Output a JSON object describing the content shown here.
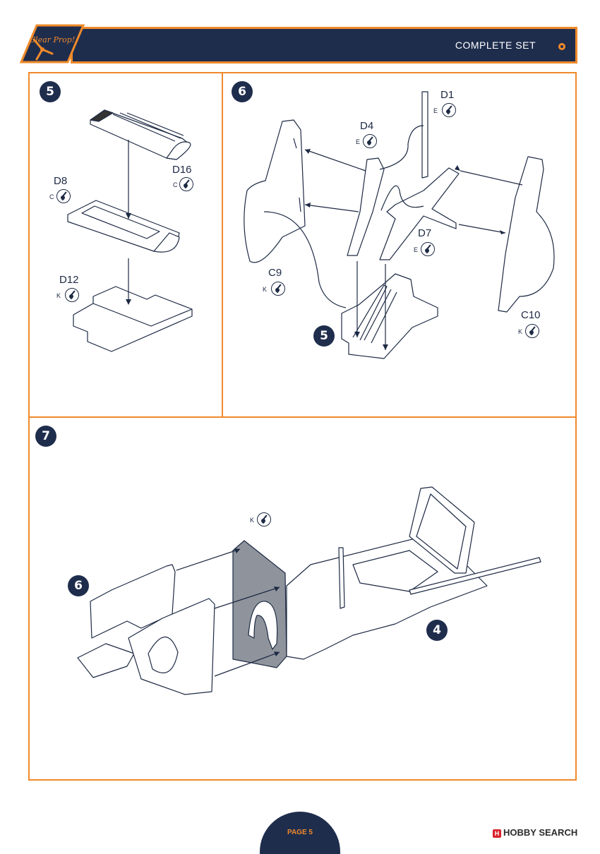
{
  "header": {
    "title": "COMPLETE SET",
    "logo_text": "Clear Prop!"
  },
  "steps": {
    "step5": {
      "number": "5",
      "parts": [
        {
          "id": "D16",
          "paint": "C"
        },
        {
          "id": "D8",
          "paint": "C"
        },
        {
          "id": "D12",
          "paint": "K"
        }
      ]
    },
    "step6": {
      "number": "6",
      "sub_ref": "5",
      "parts": [
        {
          "id": "D1",
          "paint": "E"
        },
        {
          "id": "D4",
          "paint": "E"
        },
        {
          "id": "D7",
          "paint": "E"
        },
        {
          "id": "C9",
          "paint": "K"
        },
        {
          "id": "C10",
          "paint": "K"
        }
      ]
    },
    "step7": {
      "number": "7",
      "sub_ref_a": "6",
      "sub_ref_b": "4",
      "paint": "K"
    }
  },
  "footer": {
    "page_label": "PAGE 5"
  },
  "watermark": {
    "icon": "H",
    "text": "HOBBY SEARCH"
  },
  "colors": {
    "navy": "#1f2d4d",
    "orange": "#f08a2a",
    "shade": "#8f949c"
  }
}
